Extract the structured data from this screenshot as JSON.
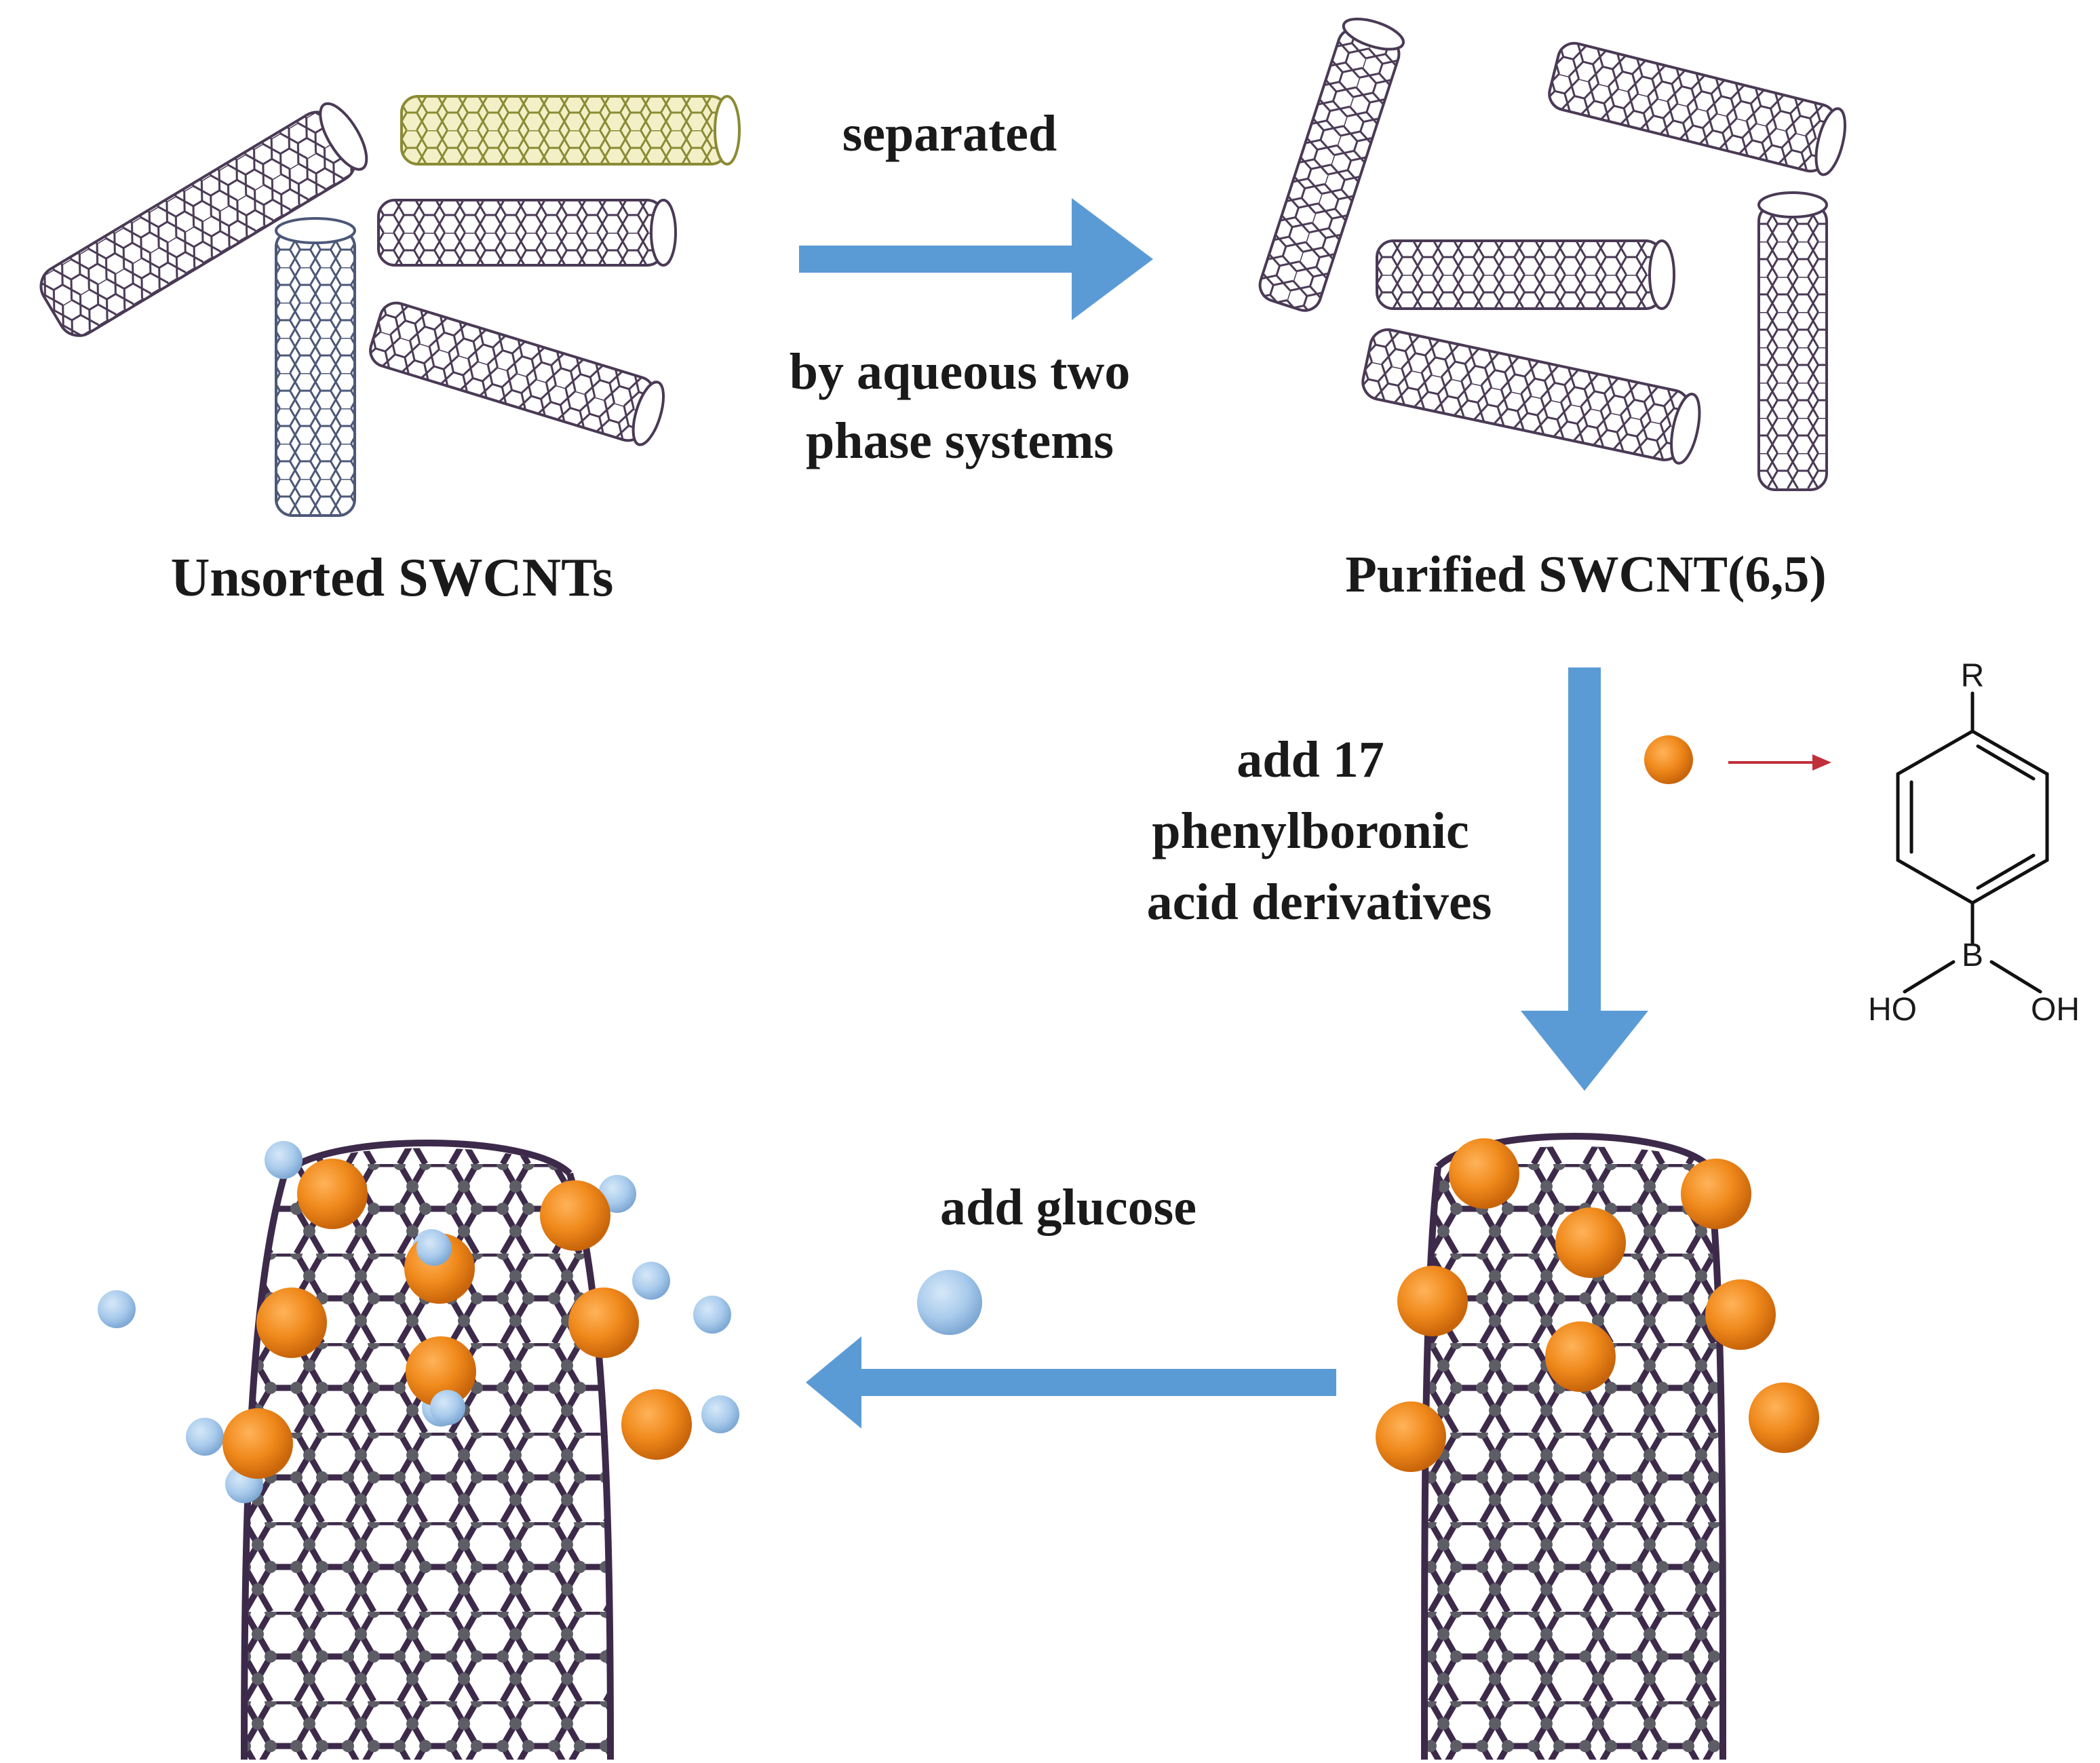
{
  "labels": {
    "separated": "separated",
    "aqueous_line1": "by aqueous two",
    "aqueous_line2": "phase systems",
    "unsorted": "Unsorted SWCNTs",
    "purified": "Purified SWCNT(6,5)",
    "add17_line1": "add 17",
    "add17_line2": "phenylboronic",
    "add17_line3": "acid derivatives",
    "add_glucose": "add glucose"
  },
  "molecule": {
    "substituent": "R",
    "boron": "B",
    "hydroxyl_left": "HO",
    "hydroxyl_right": "OH"
  },
  "colors": {
    "arrow": "#5b9bd5",
    "nanotube_lattice": "#4a3a55",
    "nanotube_yellow": "#9a9a3c",
    "nanotube_blue": "#4c5878",
    "orange_ball": "#f08a1c",
    "glucose_ball": "#a9cbec",
    "red_arrow": "#c0303a"
  },
  "icons": [
    "nanotube-icon",
    "phenylboronic-acid-ball-icon",
    "glucose-ball-icon",
    "benzene-ring-icon"
  ]
}
